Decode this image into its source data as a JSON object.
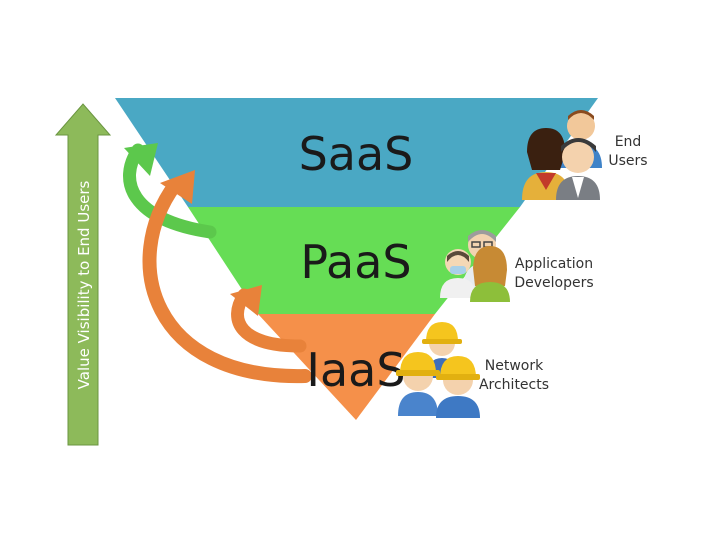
{
  "axis": {
    "label": "Value Visibility to End Users",
    "color": "#8dba5a",
    "stroke": "#6a9540"
  },
  "layers": [
    {
      "id": "saas",
      "label": "SaaS",
      "color": "#4aa8c4"
    },
    {
      "id": "paas",
      "label": "PaaS",
      "color": "#66dd55"
    },
    {
      "id": "iaas",
      "label": "IaaS",
      "color": "#f5904a"
    }
  ],
  "roles": [
    {
      "id": "end-users",
      "line1": "End",
      "line2": "Users"
    },
    {
      "id": "application-developers",
      "line1": "Application",
      "line2": "Developers"
    },
    {
      "id": "network-architects",
      "line1": "Network",
      "line2": "Architects"
    }
  ],
  "arrows": {
    "green": "#5cc84c",
    "orange": "#e8823a"
  }
}
